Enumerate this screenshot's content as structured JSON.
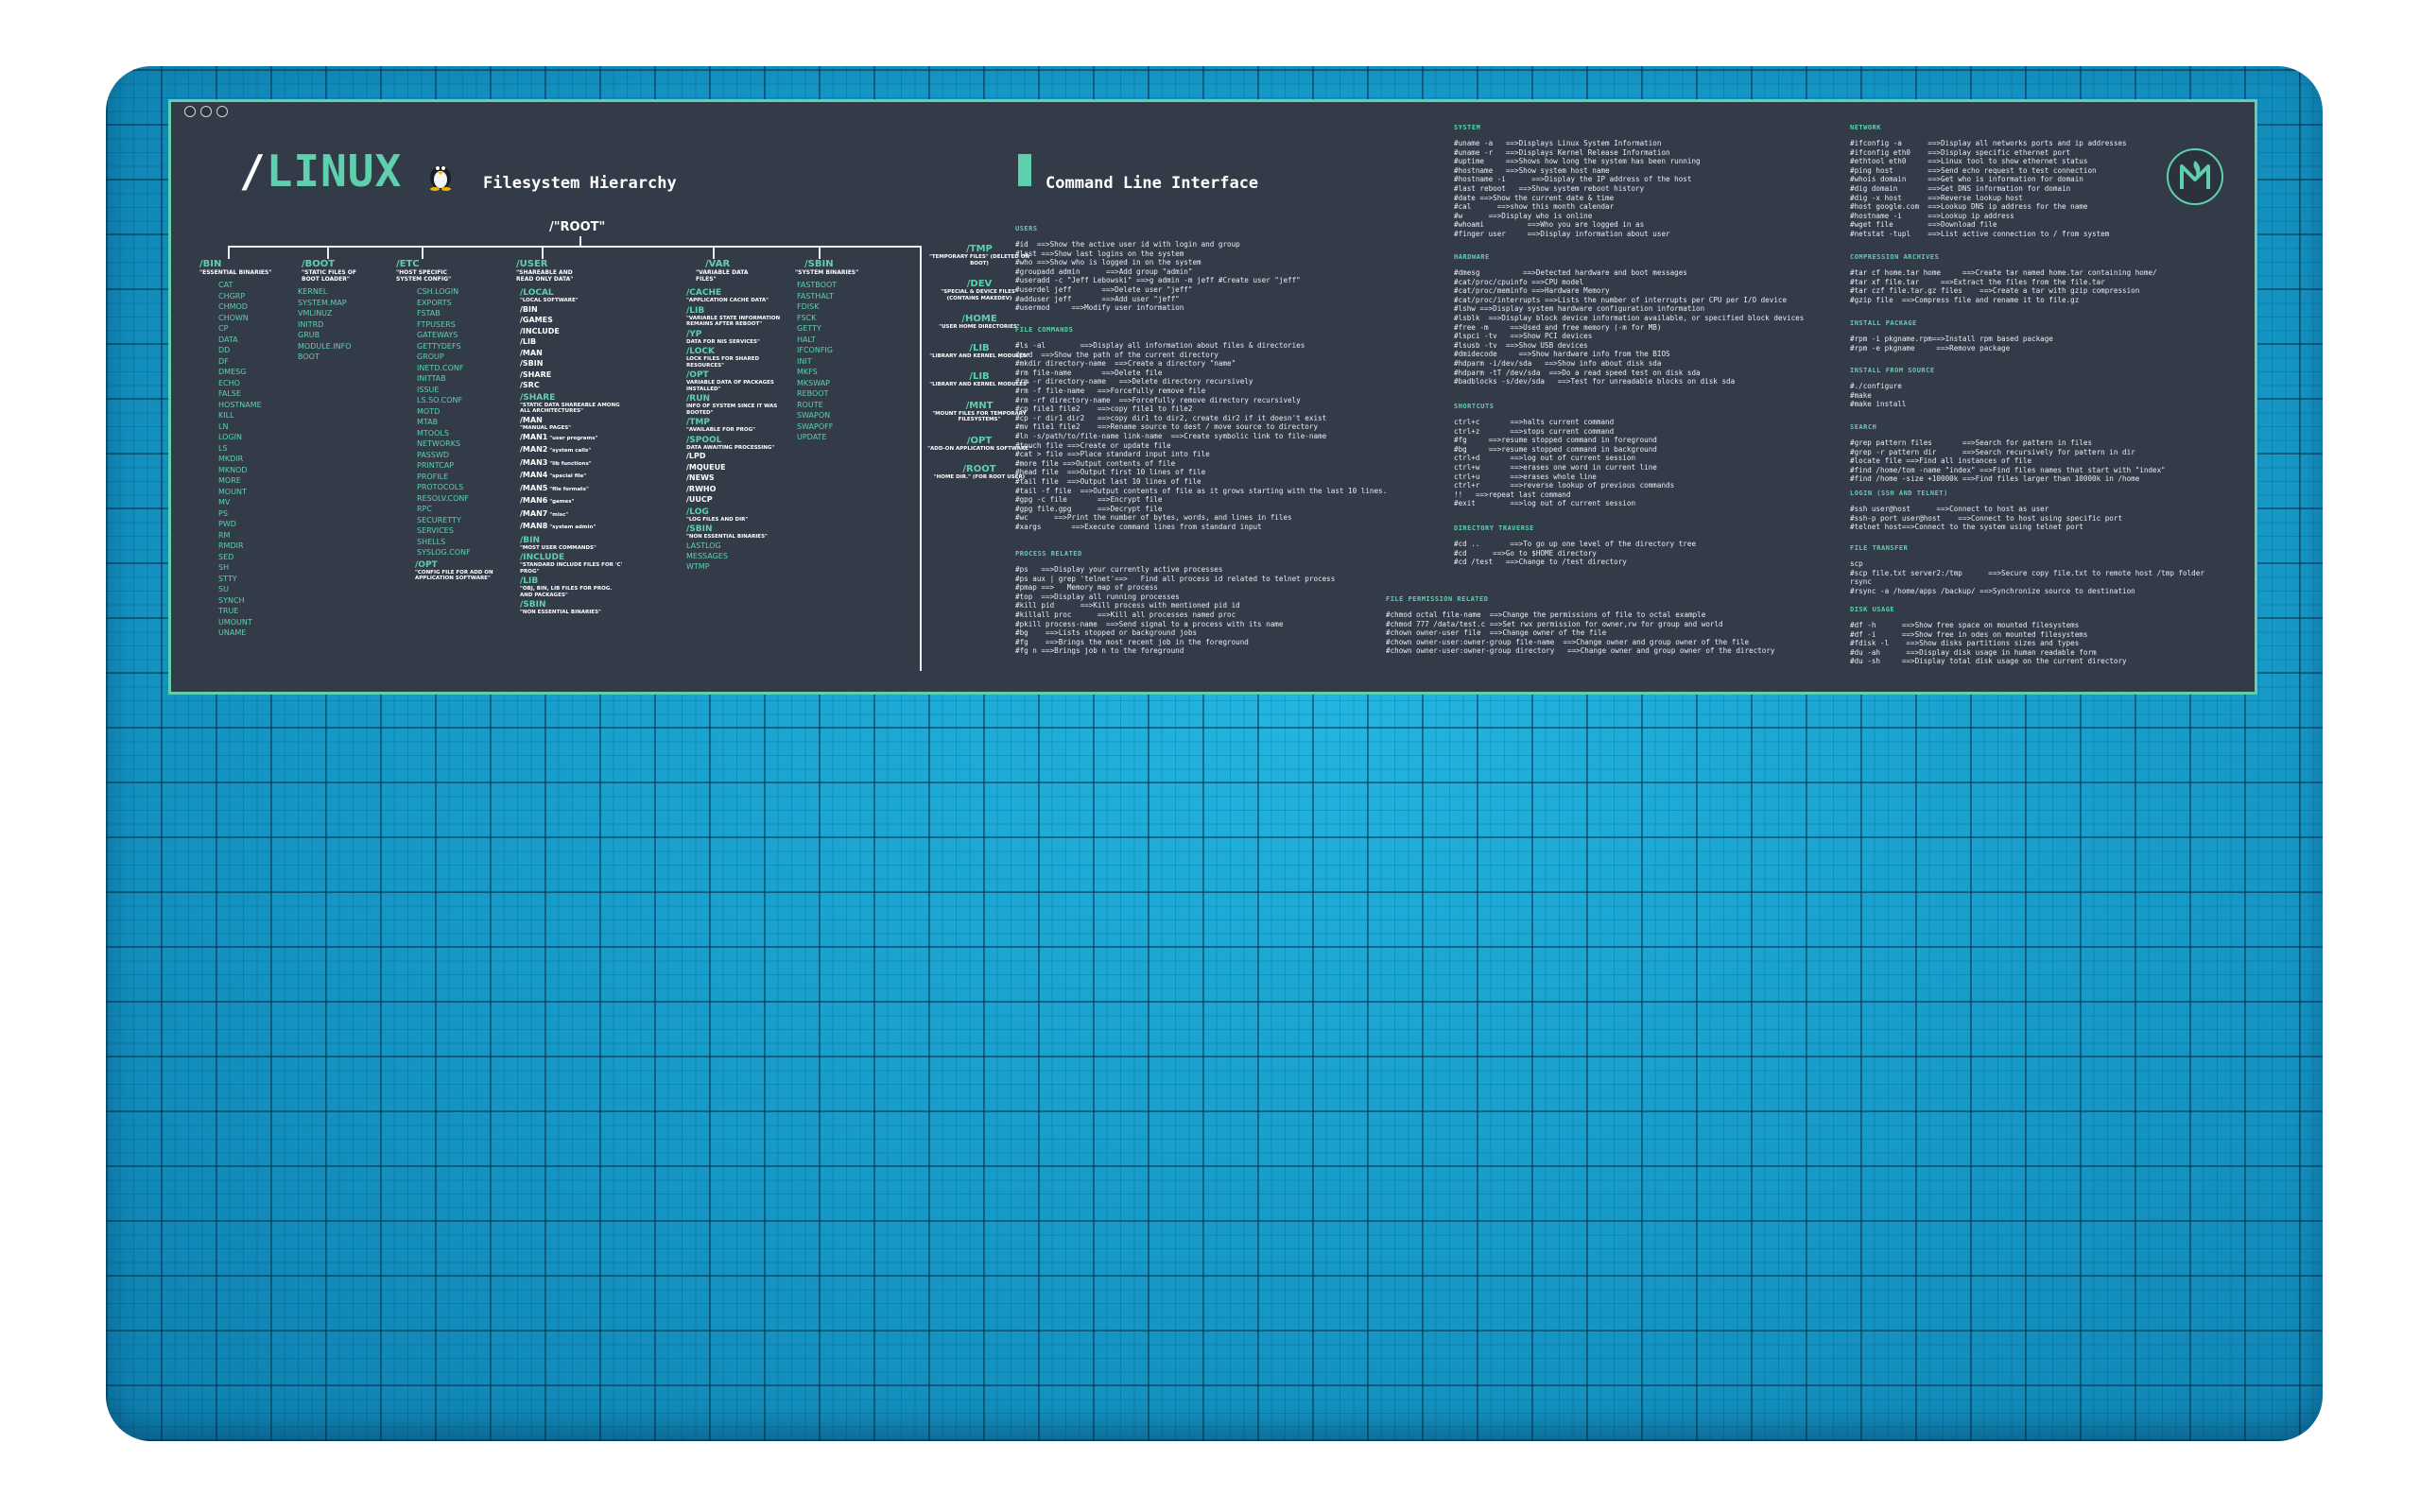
{
  "header": {
    "slash": "/",
    "linux": "LINUX",
    "fs_title": "Filesystem Hierarchy",
    "root": "/\"ROOT\"",
    "cli_title": "Command Line Interface"
  },
  "colors": {
    "accent": "#5fd0ae",
    "panel": "#333b48",
    "mat": "#1a9fcd"
  },
  "icons": [
    "tux-penguin-icon",
    "brand-logo-icon",
    "window-close-icon",
    "window-minimize-icon",
    "window-maximize-icon"
  ],
  "fs": {
    "bin": {
      "name": "/BIN",
      "desc": "\"ESSENTIAL BINARIES\"",
      "items": [
        "CAT",
        "CHGRP",
        "CHMOD",
        "CHOWN",
        "CP",
        "DATA",
        "DD",
        "DF",
        "DMESG",
        "ECHO",
        "FALSE",
        "HOSTNAME",
        "KILL",
        "LN",
        "LOGIN",
        "LS",
        "MKDIR",
        "MKNOD",
        "MORE",
        "MOUNT",
        "MV",
        "PS",
        "PWD",
        "RM",
        "RMDIR",
        "SED",
        "SH",
        "STTY",
        "SU",
        "SYNCH",
        "TRUE",
        "UMOUNT",
        "UNAME"
      ]
    },
    "boot": {
      "name": "/BOOT",
      "desc": "\"STATIC FILES OF BOOT LOADER\"",
      "items": [
        "KERNEL",
        "SYSTEM.MAP",
        "VMLINUZ",
        "INITRD",
        "GRUB",
        "MODULE.INFO",
        "BOOT"
      ]
    },
    "etc": {
      "name": "/ETC",
      "desc": "\"HOST SPECIFIC SYSTEM CONFIG\"",
      "items": [
        "CSH.LOGIN",
        "EXPORTS",
        "FSTAB",
        "FTPUSERS",
        "GATEWAYS",
        "GETTYDEFS",
        "GROUP",
        "INETD.CONF",
        "INITTAB",
        "ISSUE",
        "LS.SO.CONF",
        "MOTD",
        "MTAB",
        "MTOOLS",
        "NETWORKS",
        "PASSWD",
        "PRINTCAP",
        "PROFILE",
        "PROTOCOLS",
        "RESOLV.CONF",
        "RPC",
        "SECURETTY",
        "SERVICES",
        "SHELLS",
        "SYSLOG.CONF"
      ],
      "opt_name": "/OPT",
      "opt_desc": "\"CONFIG FILE FOR ADD ON APPLICATION SOFTWARE\""
    },
    "user": {
      "name": "/USER",
      "desc": "\"SHAREABLE AND READ ONLY DATA\"",
      "local": "/LOCAL",
      "local_desc": "\"LOCAL SOFTWARE\"",
      "w1": [
        "/BIN",
        "/GAMES",
        "/INCLUDE",
        "/LIB",
        "/MAN",
        "/SBIN",
        "/SHARE",
        "/SRC"
      ],
      "share": "/SHARE",
      "share_desc": "\"STATIC DATA SHAREABLE AMONG ALL ARCHITECTURES\"",
      "man": "/MAN",
      "man_desc": "\"MANUAL PAGES\"",
      "mans": [
        "/MAN1",
        "/MAN2",
        "/MAN3",
        "/MAN4",
        "/MAN5",
        "/MAN6",
        "/MAN7",
        "/MAN8"
      ],
      "mans_desc": [
        "\"user programs\"",
        "\"system calls\"",
        "\"lib functions\"",
        "\"special file\"",
        "\"file formats\"",
        "\"games\"",
        "\"misc\"",
        "\"system admin\""
      ],
      "bin2": "/BIN",
      "bin2_desc": "\"MOST USER COMMANDS\"",
      "include": "/INCLUDE",
      "include_desc": "\"STANDARD INCLUDE FILES FOR 'C' PROG\"",
      "lib": "/LIB",
      "lib_desc": "\"OBJ, BIN, LIB FILES FOR PROG. AND PACKAGES\"",
      "sbin": "/SBIN",
      "sbin_desc": "\"NON ESSENTIAL BINARIES\""
    },
    "var": {
      "name": "/VAR",
      "desc": "\"VARIABLE DATA FILES\"",
      "subs": [
        {
          "n": "/CACHE",
          "d": "\"APPLICATION CACHE DATA\""
        },
        {
          "n": "/LIB",
          "d": "\"VARIABLE STATE INFORMATION REMAINS AFTER REBOOT\""
        },
        {
          "n": "/YP",
          "d": "DATA FOR NIS SERVICES\""
        },
        {
          "n": "/LOCK",
          "d": "LOCK FILES FOR SHARED RESOURCES\""
        },
        {
          "n": "/OPT",
          "d": "VARIABLE DATA OF PACKAGES INSTALLED\""
        },
        {
          "n": "/RUN",
          "d": "INFO OF SYSTEM SINCE IT WAS BOOTED\""
        },
        {
          "n": "/TMP",
          "d": "\"AVAILABLE FOR PROG\""
        },
        {
          "n": "/SPOOL",
          "d": "DATA AWAITING PROCESSING\""
        }
      ],
      "spool_items": [
        "/LPD",
        "/MQUEUE",
        "/NEWS",
        "/RWHO",
        "/UUCP"
      ],
      "log": "/LOG",
      "log_desc": "\"LOG FILES AND DIR\"",
      "sbin": "/SBIN",
      "sbin_desc": "\"NON ESSENTIAL BINARIES\"",
      "log_items": [
        "LASTLOG",
        "MESSAGES",
        "WTMP"
      ]
    },
    "sbin": {
      "name": "/SBIN",
      "desc": "\"SYSTEM BINARIES\"",
      "items": [
        "FASTBOOT",
        "FASTHALT",
        "FDISK",
        "FSCK",
        "GETTY",
        "HALT",
        "IFCONFIG",
        "INIT",
        "MKFS",
        "MKSWAP",
        "REBOOT",
        "ROUTE",
        "SWAPON",
        "SWAPOFF",
        "UPDATE"
      ]
    },
    "right": [
      {
        "n": "/TMP",
        "d": "\"TEMPORARY FILES\" (DELETED ON BOOT)"
      },
      {
        "n": "/DEV",
        "d": "\"SPECIAL & DEVICE FILES\" (CONTAINS MAKEDEV)"
      },
      {
        "n": "/HOME",
        "d": "\"USER HOME DIRECTORIES\""
      },
      {
        "n": "/LIB",
        "d": "\"LIBRARY AND KERNEL MODULES\""
      },
      {
        "n": "/LIB",
        "d": "\"LIBRARY AND KERNEL MODULES\""
      },
      {
        "n": "/MNT",
        "d": "\"MOUNT FILES FOR TEMPORARY FILESYSTEMS\""
      },
      {
        "n": "/OPT",
        "d": "\"ADD-ON APPLICATION SOFTWARE\""
      },
      {
        "n": "/ROOT",
        "d": "\"HOME DIR.\" (FOR ROOT USER)"
      }
    ]
  },
  "cli": {
    "users": {
      "h": "USERS",
      "lines": [
        "#id  ==>Show the active user id with login and group",
        "#last ==>Show last logins on the system",
        "#who ==>Show who is logged in on the system",
        "#groupadd admin      ==>Add group \"admin\"",
        "#useradd -c \"Jeff Lebowski\" ==>g admin -m jeff #Create user \"jeff\"",
        "#userdel jeff       ==>Delete user \"jeff\"",
        "#adduser jeff       ==>Add user \"jeff\"",
        "#usermod     ==>Modify user information"
      ]
    },
    "file": {
      "h": "FILE COMMANDS",
      "lines": [
        "#ls -al        ==>Display all information about files & directories",
        "#pwd  ==>Show the path of the current directory",
        "#mkdir directory-name  ==>Create a directory \"name\"",
        "#rm file-name       ==>Delete file",
        "#rm -r directory-name   ==>Delete directory recursively",
        "#rm -f file-name   ==>Forcefully remove file",
        "#rm -rf directory-name  ==>Forcefully remove directory recursively",
        "#cp file1 file2    ==>copy file1 to file2",
        "#cp -r dir1 dir2   ==>copy dir1 to dir2, create dir2 if it doesn't exist",
        "#mv file1 file2    ==>Rename source to dest / move source to directory",
        "#ln -s/path/to/file-name link-name  ==>Create symbolic link to file-name",
        "#touch file ==>Create or update file",
        "#cat > file ==>Place standard input into file",
        "#more file ==>Output contents of file",
        "#head file  ==>Output first 10 lines of file",
        "#tail file  ==>Output last 10 lines of file",
        "#tail -f file  ==>Output contents of file as it grows starting with the last 10 lines.",
        "#gpg -c file       ==>Encrypt file",
        "#gpg file.gpg      ==>Decrypt file",
        "#wc      ==>Print the number of bytes, words, and lines in files",
        "#xargs       ==>Execute command lines from standard input"
      ]
    },
    "process": {
      "h": "PROCESS RELATED",
      "lines": [
        "#ps   ==>Display your currently active processes",
        "#ps aux | grep 'telnet'==>   Find all process id related to telnet process",
        "#pmap ==>   Memory map of process",
        "#top  ==>Display all running processes",
        "#kill pid      ==>Kill process with mentioned pid id",
        "#killall proc      ==>Kill all processes named proc",
        "#pkill process-name  ==>Send signal to a process with its name",
        "#bg    ==>Lists stopped or background jobs",
        "#fg    ==>Brings the most recent job in the foreground",
        "#fg n ==>Brings job n to the foreground"
      ]
    },
    "system": {
      "h": "SYSTEM",
      "lines": [
        "#uname -a   ==>Displays Linux System Information",
        "#uname -r   ==>Displays Kernel Release Information",
        "#uptime     ==>Shows how long the system has been running",
        "#hostname   ==>Show system host name",
        "#hostname -i      ==>Display the IP address of the host",
        "#last reboot   ==>Show system reboot history",
        "#date ==>Show the current date & time",
        "#cal      ==>show this month calendar",
        "#w      ==>Display who is online",
        "#whoami          ==>Who you are logged in as",
        "#finger user     ==>Display information about user"
      ]
    },
    "hardware": {
      "h": "HARDWARE",
      "lines": [
        "#dmesg          ==>Detected hardware and boot messages",
        "#cat/proc/cpuinfo ==>CPU model",
        "#cat/proc/meminfo ==>Hardware Memory",
        "#cat/proc/interrupts ==>Lists the number of interrupts per CPU per I/O device",
        "#lshw ==>Display system hardware configuration information",
        "#lsblk  ==>Display block device information available, or specified block devices",
        "#free -m     ==>Used and free memory (-m for MB)",
        "#lspci -tv   ==>Show PCI devices",
        "#lsusb -tv  ==>Show USB devices",
        "#dmidecode     ==>Show hardware info from the BIOS",
        "#hdparm -i/dev/sda   ==>Show info about disk sda",
        "#hdparm -tT /dev/sda  ==>Do a read speed test on disk sda",
        "#badblocks -s/dev/sda   ==>Test for unreadable blocks on disk sda"
      ]
    },
    "shortcuts": {
      "h": "SHORTCUTS",
      "lines": [
        "ctrl+c       ==>halts current command",
        "ctrl+z       ==>stops current command",
        "#fg     ==>resume stopped command in foreground",
        "#bg     ==>resume stopped command in background",
        "ctrl+d       ==>log out of current session",
        "ctrl+w       ==>erases one word in current line",
        "ctrl+u       ==>erases whole line",
        "ctrl+r       ==>reverse lookup of previous commands",
        "!!   ==>repeat last command",
        "#exit        ==>log out of current session"
      ]
    },
    "dirtrav": {
      "h": "DIRECTORY TRAVERSE",
      "lines": [
        "#cd ..       ==>To go up one level of the directory tree",
        "#cd      ==>Go to $HOME directory",
        "#cd /test   ==>Change to /test directory"
      ]
    },
    "perm": {
      "h": "FILE PERMISSION RELATED",
      "lines": [
        "#chmod octal file-name  ==>Change the permissions of file to octal example",
        "#chmod 777 /data/test.c ==>Set rwx permission for owner,rw for group and world",
        "#chown owner-user file  ==>Change owner of the file",
        "#chown owner-user:owner-group file-name  ==>Change owner and group owner of the file",
        "#chown owner-user:owner-group directory   ==>Change owner and group owner of the directory"
      ]
    },
    "network": {
      "h": "NETWORK",
      "lines": [
        "#ifconfig -a      ==>Display all networks ports and ip addresses",
        "#ifconfig eth0    ==>Display specific ethernet port",
        "#ethtool eth0     ==>Linux tool to show ethernet status",
        "#ping host        ==>Send echo request to test connection",
        "#whois domain     ==>Get who is information for domain",
        "#dig domain       ==>Get DNS information for domain",
        "#dig -x host      ==>Reverse lookup host",
        "#host google.com  ==>Lookup DNS ip address for the name",
        "#hostname -i      ==>Lookup ip address",
        "#wget file        ==>Download file",
        "#netstat -tupl    ==>List active connection to / from system"
      ]
    },
    "compress": {
      "h": "COMPRESSION ARCHIVES",
      "lines": [
        "#tar cf home.tar home     ==>Create tar named home.tar containing home/",
        "#tar xf file.tar     ==>Extract the files from the file.tar",
        "#tar czf file.tar.gz files    ==>Create a tar with gzip compression",
        "#gzip file  ==>Compress file and rename it to file.gz"
      ]
    },
    "install": {
      "h": "INSTALL PACKAGE",
      "lines": [
        "#rpm -i pkgname.rpm==>Install rpm based package",
        "#rpm -e pkgname     ==>Remove package"
      ]
    },
    "source": {
      "h": "INSTALL FROM SOURCE",
      "lines": [
        "#./configure",
        "#make",
        "#make install"
      ]
    },
    "search": {
      "h": "SEARCH",
      "lines": [
        "#grep pattern files       ==>Search for pattern in files",
        "#grep -r pattern dir      ==>Search recursively for pattern in dir",
        "#locate file ==>Find all instances of file",
        "#find /home/tom -name \"index\" ==>Find files names that start with \"index\"",
        "#find /home -size +10000k ==>Find files larger than 10000k in /home"
      ]
    },
    "login": {
      "h": "LOGIN (SSH AND TELNET)",
      "lines": [
        "#ssh user@host      ==>Connect to host as user",
        "#ssh-p port user@host    ==>Connect to host using specific port",
        "#telnet host==>Connect to the system using telnet port"
      ]
    },
    "transfer": {
      "h": "FILE TRANSFER",
      "lines": [
        "scp",
        "#scp file.txt server2:/tmp      ==>Secure copy file.txt to remote host /tmp folder",
        "rsync",
        "#rsync -a /home/apps /backup/ ==>Synchronize source to destination"
      ]
    },
    "disk": {
      "h": "DISK USAGE",
      "lines": [
        "#df -h      ==>Show free space on mounted filesystems",
        "#df -i      ==>Show free in odes on mounted filesystems",
        "#fdisk -l    ==>Show disks partitions sizes and types",
        "#du -ah      ==>Display disk usage in human readable form",
        "#du -sh     ==>Display total disk usage on the current directory"
      ]
    }
  }
}
